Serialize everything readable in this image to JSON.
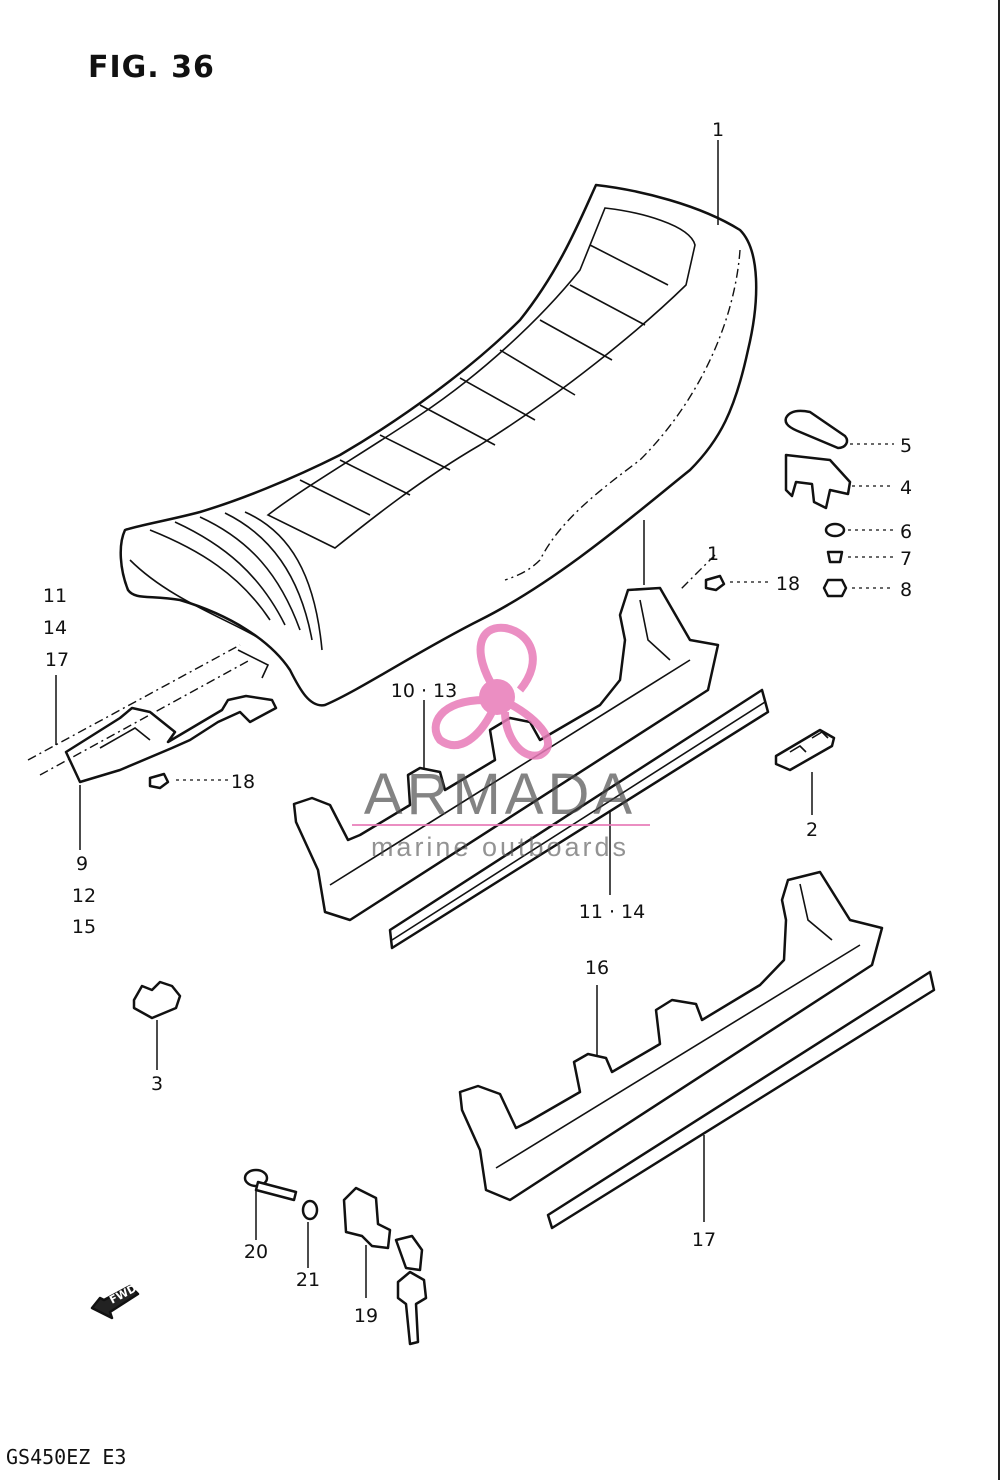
{
  "figure": {
    "title": "FIG. 36",
    "model_code": "GS450EZ  E3"
  },
  "callouts": {
    "c1": "1",
    "c5": "5",
    "c4": "4",
    "c6": "6",
    "c7": "7",
    "c8": "8",
    "c18a": "18",
    "c18b": "18",
    "c11": "11",
    "c14": "14",
    "c17a": "17",
    "c1013": "10 · 13",
    "c9": "9",
    "c12": "12",
    "c15": "15",
    "c2": "2",
    "c1114": "11 · 14",
    "c16": "16",
    "c3": "3",
    "c20": "20",
    "c21": "21",
    "c19": "19",
    "c17b": "17"
  },
  "watermark": {
    "brand": "ARMADA",
    "tagline": "marine outboards",
    "logo_color": "#e87bb8"
  },
  "fwd_arrow": {
    "label": "FWD",
    "icon": "fwd-arrow-icon"
  }
}
